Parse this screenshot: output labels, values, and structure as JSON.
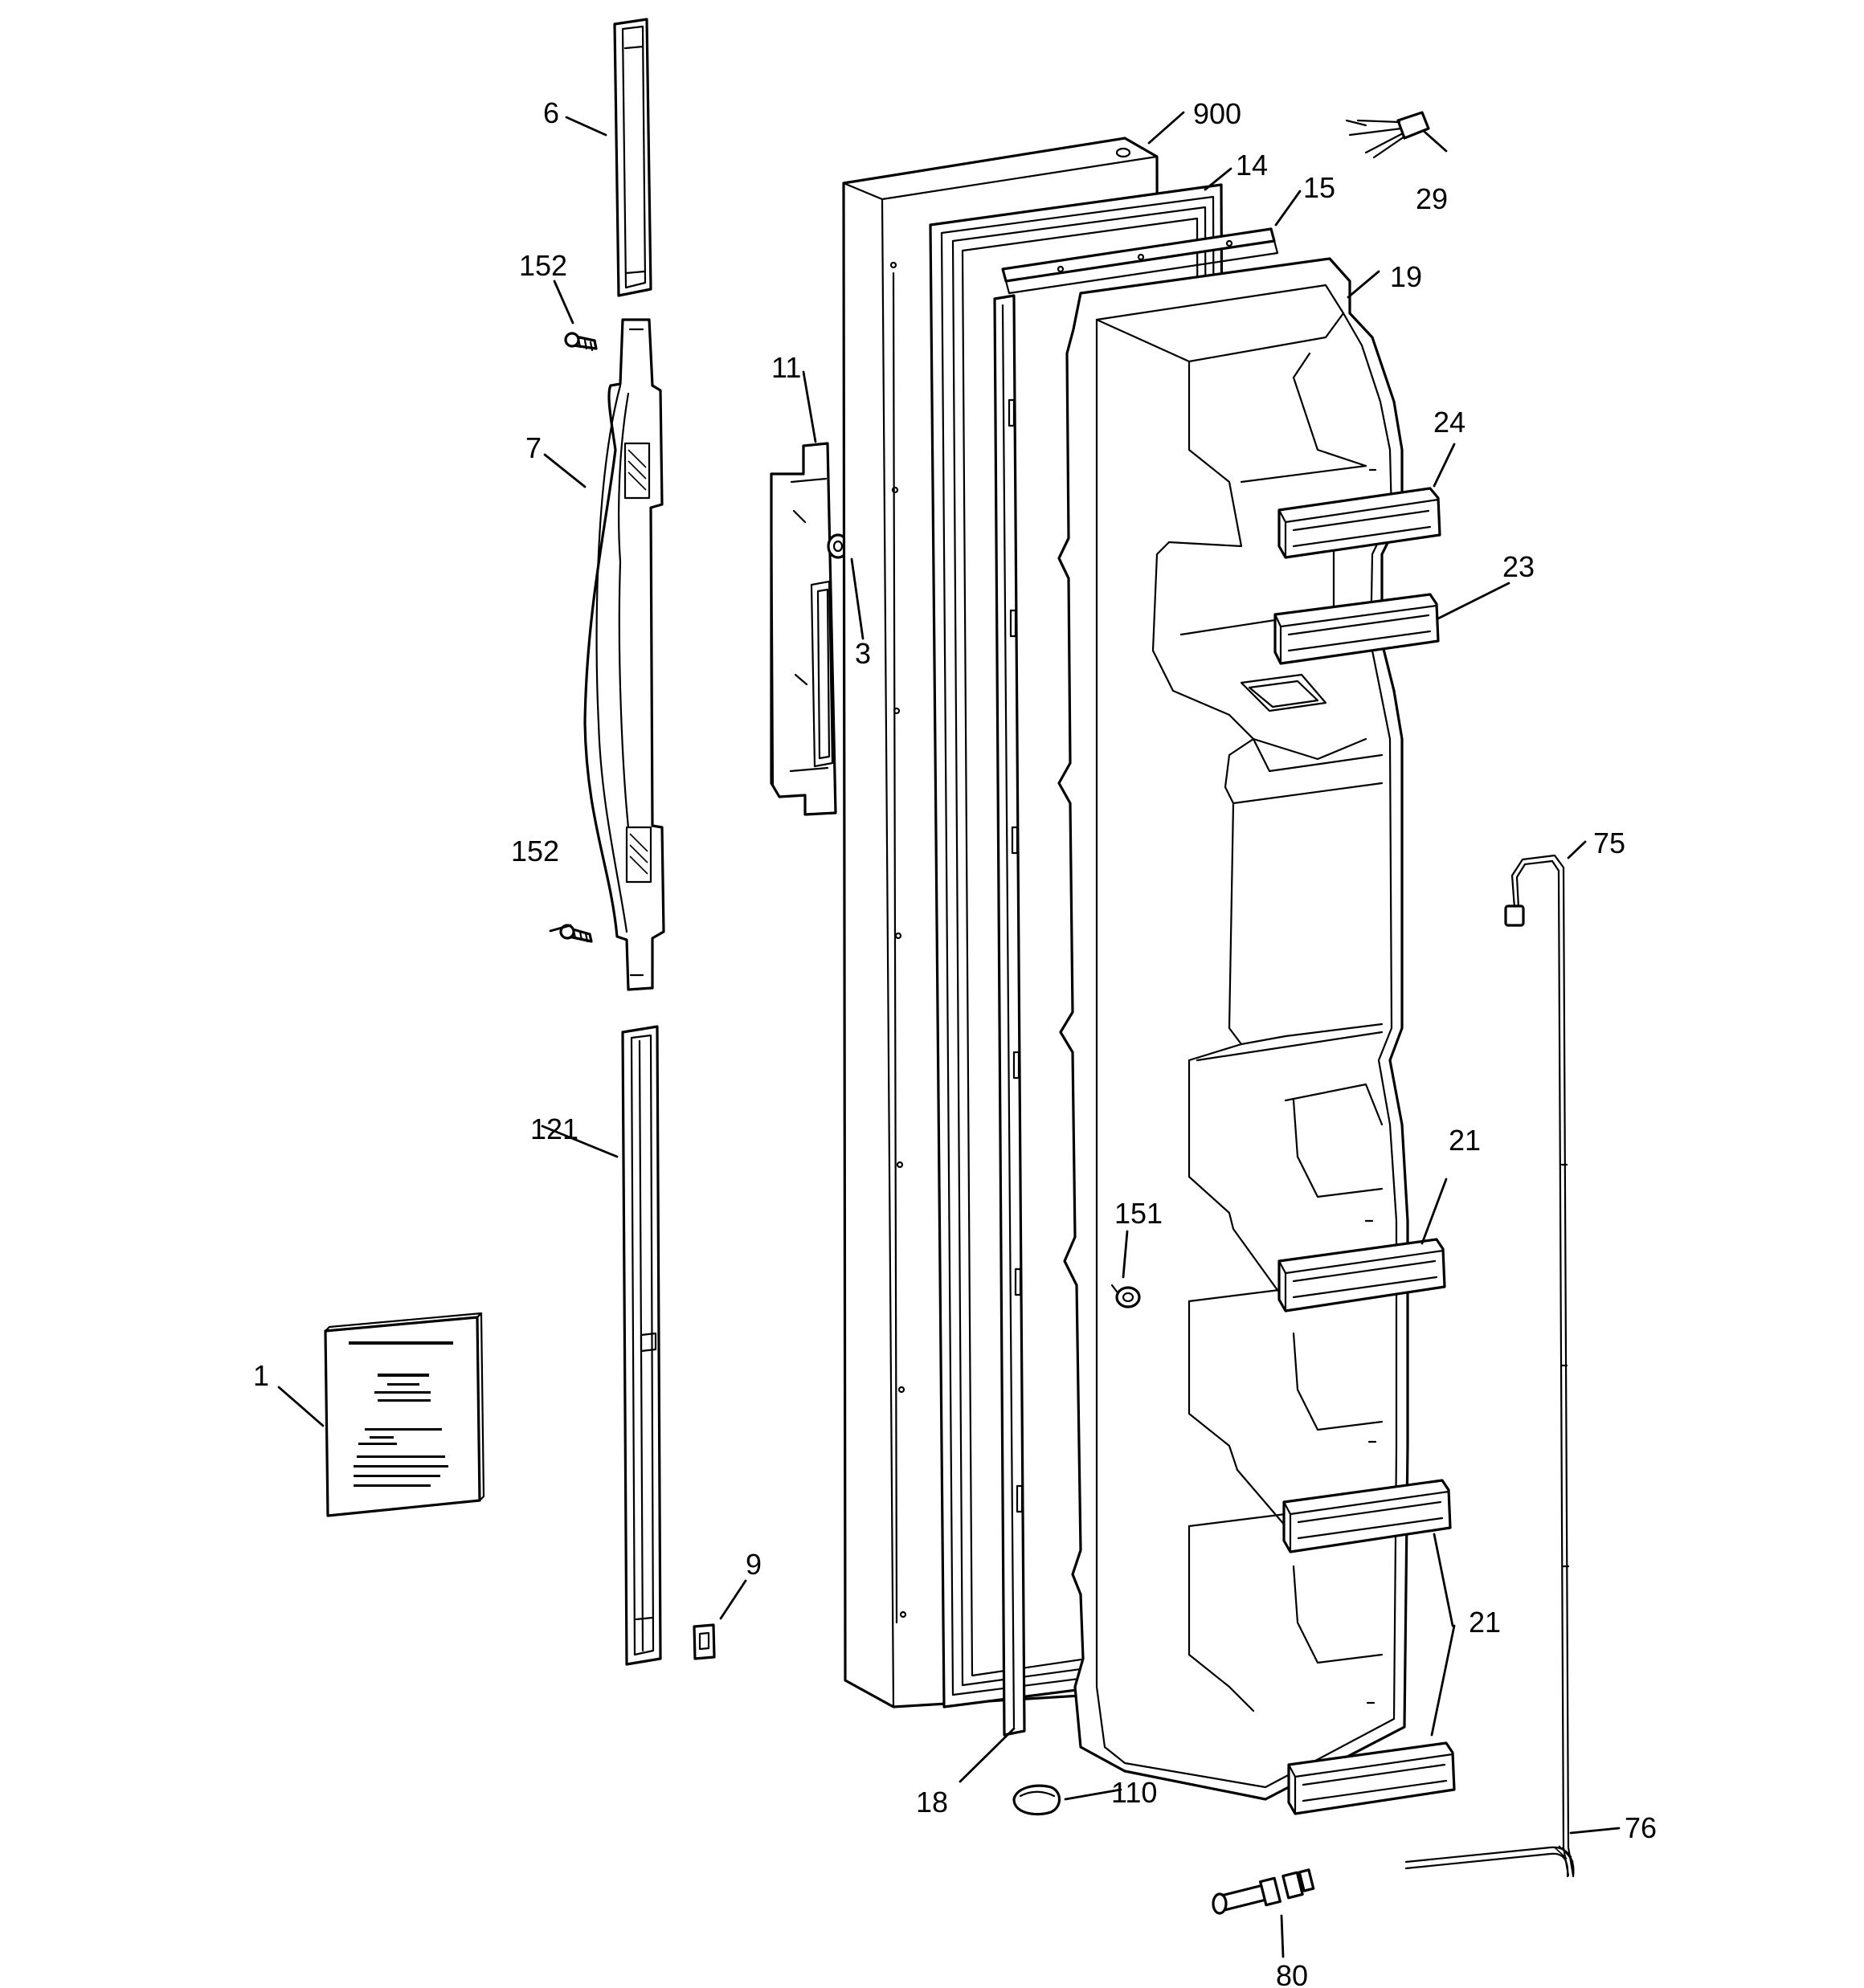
{
  "diagram": {
    "callouts": {
      "c1": "1",
      "c3": "3",
      "c6": "6",
      "c7": "7",
      "c9": "9",
      "c11": "11",
      "c14": "14",
      "c15": "15",
      "c18": "18",
      "c19": "19",
      "c21a": "21",
      "c21b": "21",
      "c23": "23",
      "c24": "24",
      "c29": "29",
      "c75": "75",
      "c76": "76",
      "c80": "80",
      "c110": "110",
      "c121": "121",
      "c151": "151",
      "c152a": "152",
      "c152b": "152",
      "c900": "900"
    }
  }
}
